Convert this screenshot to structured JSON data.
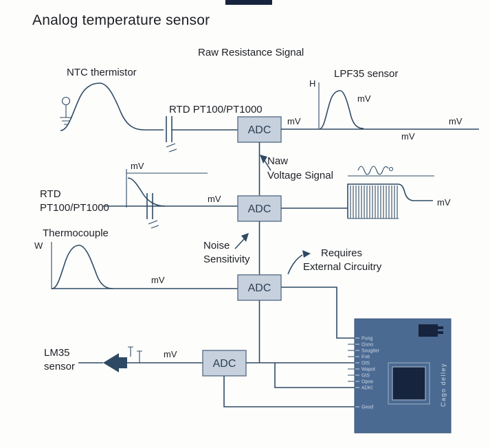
{
  "title": "Analog temperature sensor",
  "colors": {
    "bg": "#fdfdfc",
    "line": "#2e4a63",
    "text": "#1d1f24",
    "box_fill": "#c6d1dd",
    "box_stroke": "#64798f",
    "box_text": "#2b3e52",
    "chip": "#4b6a92",
    "chip_stroke": "#3a5478",
    "chip_dark": "#16243d",
    "chip_light": "#9db0c7",
    "pin_text": "#ccd7e3"
  },
  "labels": {
    "raw_signal": "Raw Resistance Signal",
    "ntc": "NTC thermistor",
    "rtd_inline": "RTD PT100/PT1000",
    "lpf35": "LPF35 sensor",
    "h_axis": "H",
    "naw_line1": "Naw",
    "naw_line2": "Voltage Signal",
    "rtd_line1": "RTD",
    "rtd_line2": "PT100/PT1000",
    "thermocouple": "Thermocouple",
    "w_axis": "W",
    "noise_line1": "Noise",
    "noise_line2": "Sensitivity",
    "req_line1": "Requires",
    "req_line2": "External Circuitry",
    "lm35_line1": "LM35",
    "lm35_line2": "sensor",
    "adc": "ADC",
    "mv": "mV"
  },
  "chip": {
    "pins": [
      "Pung",
      "Ouno",
      "Sougiter",
      "Fn6",
      "OtS",
      "Wapot",
      "GtS",
      "Opoe",
      "ADKl",
      "Geod"
    ],
    "side_label": "Cago delley"
  }
}
